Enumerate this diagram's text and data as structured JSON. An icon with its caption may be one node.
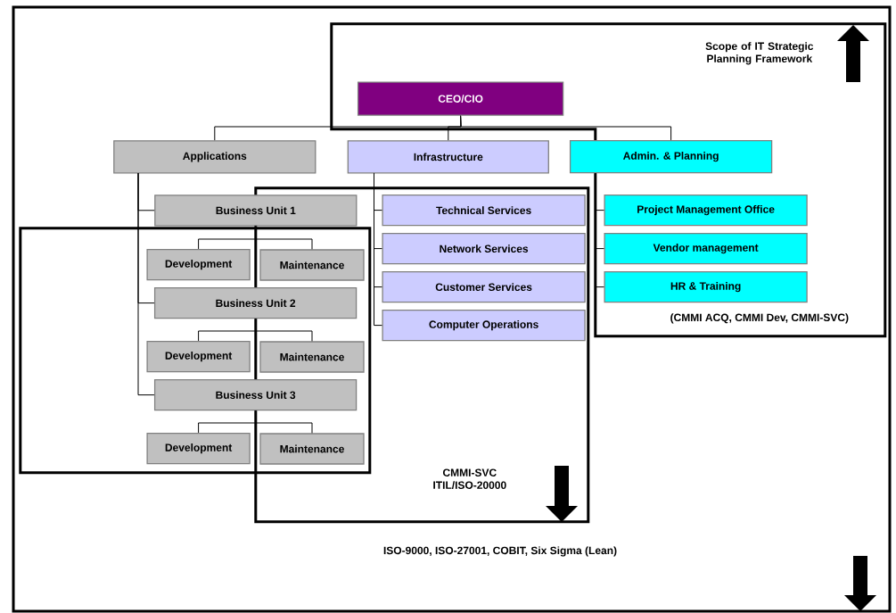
{
  "diagram": {
    "nodes": [
      {
        "text": [
          "ISO-9000, ISO-27001, COBIT, Six Sigma (Lean)"
        ]
      },
      {
        "text": [
          "Scope of IT Strategic Planning Framework",
          "(CMMI ACQ, CMMI Dev, CMMI-SVC)"
        ],
        "in": 0
      },
      {
        "text": [
          "CEO/CIO"
        ],
        "in": 1
      },
      {
        "text": [
          "Applications"
        ],
        "in": 0
      },
      {
        "text": [
          "Infrastructure"
        ],
        "in": 0
      },
      {
        "text": [
          "Admin. & Planning"
        ],
        "in": 1
      },
      {
        "text": [
          "CMMI-SVC ITIL/ISO-20000"
        ],
        "in": 0
      },
      {
        "text": [
          "Business Unit 1"
        ],
        "in": 0
      },
      {
        "text": [
          "Technical Services"
        ],
        "in": 6
      },
      {
        "text": [
          "Project Management Office"
        ],
        "in": 1
      },
      {
        "text": [],
        "shape": "box",
        "in": 0
      },
      {
        "text": [
          "Development"
        ],
        "in": 10
      },
      {
        "text": [
          "Maintenance"
        ]
      },
      {
        "text": [
          "Network Services"
        ],
        "in": 6
      },
      {
        "text": [
          "Vendor management"
        ],
        "in": 1
      },
      {
        "text": [
          "Business Unit 2"
        ],
        "in": 10
      },
      {
        "text": [
          "Customer Services"
        ],
        "in": 6
      },
      {
        "text": [
          "HR & Training"
        ],
        "in": 1
      },
      {
        "text": [
          "Development"
        ],
        "in": 10
      },
      {
        "text": [
          "Maintenance"
        ]
      },
      {
        "text": [
          "Computer Operations"
        ],
        "in": 6
      },
      {
        "text": [
          "Business Unit 3"
        ],
        "in": 10
      },
      {
        "text": [
          "Development"
        ],
        "in": 10
      },
      {
        "text": [
          "Maintenance"
        ]
      }
    ],
    "edges": [
      {
        "from": 2,
        "to": 3,
        "arrow": "none"
      },
      {
        "from": 2,
        "to": 4,
        "arrow": "none"
      },
      {
        "from": 2,
        "to": 5,
        "arrow": "none"
      },
      {
        "from": 3,
        "to": 7,
        "arrow": "none"
      },
      {
        "from": 3,
        "to": 15,
        "arrow": "none"
      },
      {
        "from": 3,
        "to": 21,
        "arrow": "none"
      },
      {
        "from": 4,
        "to": 8,
        "arrow": "none"
      },
      {
        "from": 4,
        "to": 13,
        "arrow": "none"
      },
      {
        "from": 4,
        "to": 16,
        "arrow": "none"
      },
      {
        "from": 4,
        "to": 20,
        "arrow": "none"
      },
      {
        "from": 5,
        "to": 9,
        "arrow": "none"
      },
      {
        "from": 5,
        "to": 14,
        "arrow": "none"
      },
      {
        "from": 5,
        "to": 17,
        "arrow": "none"
      },
      {
        "from": 7,
        "to": 11,
        "arrow": "none"
      },
      {
        "from": 7,
        "to": 12,
        "arrow": "none"
      },
      {
        "from": 15,
        "to": 18,
        "arrow": "none"
      },
      {
        "from": 15,
        "to": 19,
        "arrow": "none"
      },
      {
        "from": 21,
        "to": 22,
        "arrow": "none"
      },
      {
        "from": 21,
        "to": 23,
        "arrow": "none"
      }
    ]
  }
}
